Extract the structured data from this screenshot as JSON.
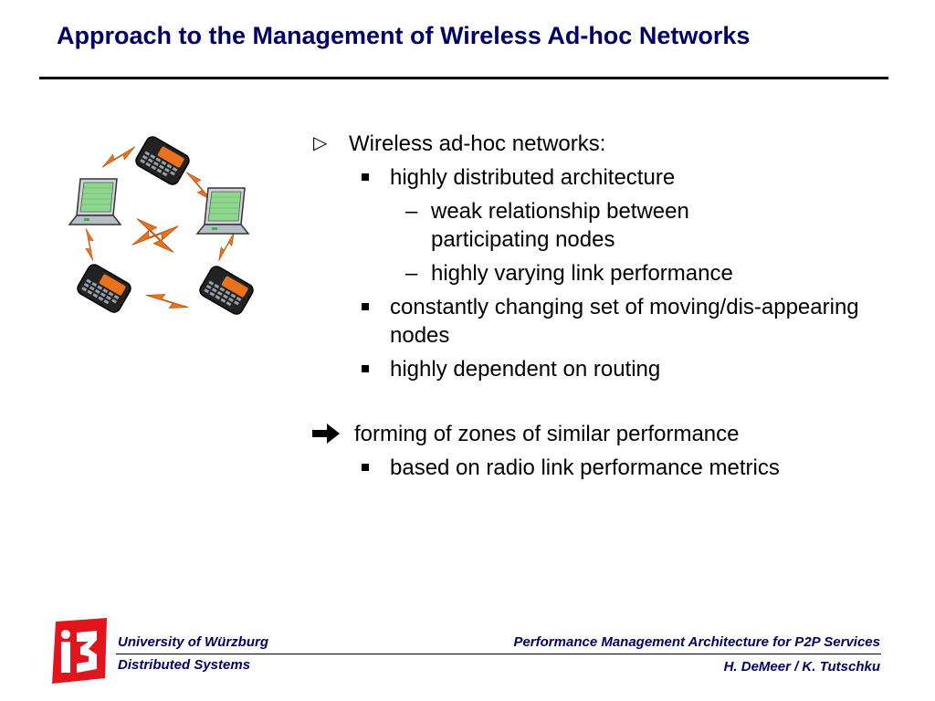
{
  "slide": {
    "title": "Approach to the Management of Wireless Ad-hoc Networks"
  },
  "illustration": {
    "icons": [
      "pda-icon",
      "laptop-icon",
      "lightning-icon"
    ]
  },
  "bullets": {
    "item1": {
      "marker": "▷",
      "label": "Wireless ad-hoc networks:",
      "sub1": {
        "label": "highly distributed architecture",
        "dash1": "weak relationship between participating nodes",
        "dash2": "highly varying link performance"
      },
      "sub2": "constantly changing set of moving/dis-appearing nodes",
      "sub3": "highly dependent on routing"
    },
    "item2": {
      "label": "forming of zones of similar performance",
      "sub1": "based on radio link performance metrics"
    }
  },
  "footer": {
    "top_left": "University of Würzburg",
    "bottom_left": "Distributed Systems",
    "top_right": "Performance Management Architecture for P2P Services",
    "bottom_right": "H. DeMeer / K. Tutschku"
  },
  "colors": {
    "title": "#000066",
    "logo": "#e2141c",
    "lightning": "#e8731c",
    "laptop_screen": "#8fd78f"
  }
}
